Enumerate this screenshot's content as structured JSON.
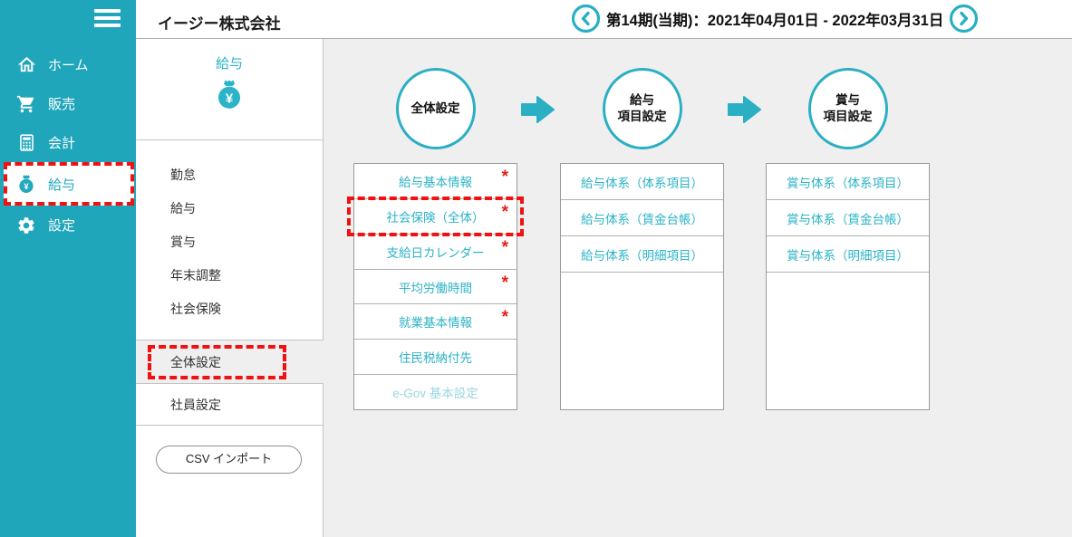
{
  "colors": {
    "sidebar_teal": "#1FA6BB",
    "accent_teal": "#2BAFC3",
    "link_teal": "#2BB3C7",
    "disabled_teal": "#9BD6DF",
    "main_bg": "#EFEFEF",
    "highlight_red": "#F01212",
    "asterisk_red": "#E32017"
  },
  "sidebar": {
    "items": [
      {
        "label": "ホーム",
        "icon": "home-icon"
      },
      {
        "label": "販売",
        "icon": "cart-icon"
      },
      {
        "label": "会計",
        "icon": "calculator-icon"
      },
      {
        "label": "給与",
        "icon": "moneybag-icon",
        "selected": true,
        "highlighted": true
      },
      {
        "label": "設定",
        "icon": "gear-icon"
      }
    ]
  },
  "header": {
    "company_name": "イージー株式会社",
    "period": {
      "label": "第14期(当期)：2021年04月01日 - 2022年03月31日",
      "prev_icon": "chevron-left-circle-icon",
      "next_icon": "chevron-right-circle-icon"
    }
  },
  "subnav": {
    "title": "給与",
    "title_icon": "moneybag-icon",
    "items": [
      {
        "label": "勤怠"
      },
      {
        "label": "給与"
      },
      {
        "label": "賞与"
      },
      {
        "label": "年末調整"
      },
      {
        "label": "社会保険"
      }
    ],
    "setting_items": [
      {
        "label": "全体設定",
        "selected": true,
        "highlighted": true
      },
      {
        "label": "社員設定"
      }
    ],
    "csv_import_button": "CSV インポート"
  },
  "main": {
    "steps": [
      {
        "line1": "全体設定",
        "line2": ""
      },
      {
        "line1": "給与",
        "line2": "項目設定"
      },
      {
        "line1": "賞与",
        "line2": "項目設定"
      }
    ],
    "columns": [
      {
        "rows": [
          {
            "label": "給与基本情報",
            "mark": "*"
          },
          {
            "label": "社会保険（全体）",
            "mark": "*",
            "highlighted": true
          },
          {
            "label": "支給日カレンダー",
            "mark": "*"
          },
          {
            "label": "平均労働時間",
            "mark": "*"
          },
          {
            "label": "就業基本情報",
            "mark": "*"
          },
          {
            "label": "住民税納付先",
            "mark": ""
          },
          {
            "label": "e-Gov 基本設定",
            "mark": "",
            "disabled": true
          }
        ]
      },
      {
        "rows": [
          {
            "label": "給与体系（体系項目）"
          },
          {
            "label": "給与体系（賃金台帳）"
          },
          {
            "label": "給与体系（明細項目）"
          }
        ]
      },
      {
        "rows": [
          {
            "label": "賞与体系（体系項目）"
          },
          {
            "label": "賞与体系（賃金台帳）"
          },
          {
            "label": "賞与体系（明細項目）"
          }
        ]
      }
    ]
  }
}
